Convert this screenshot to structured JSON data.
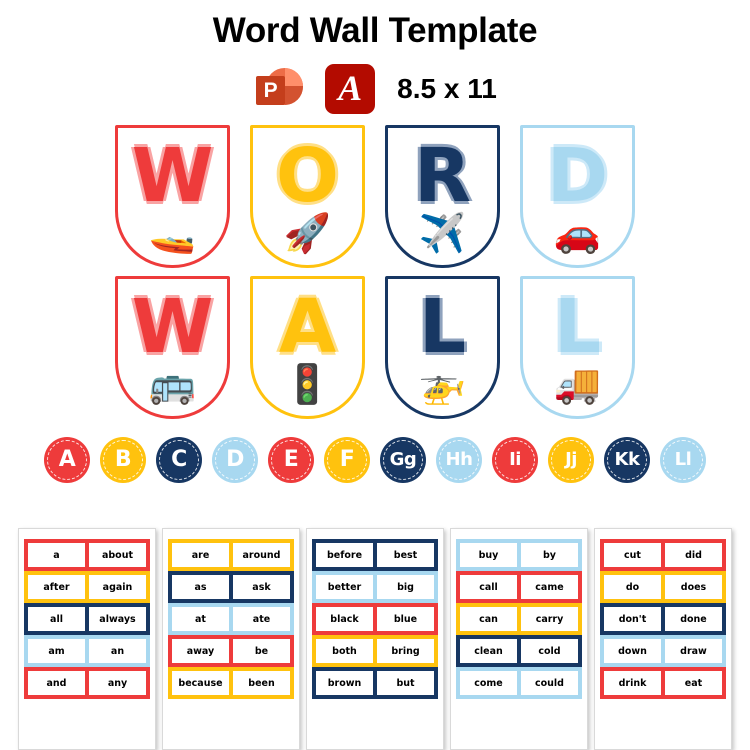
{
  "header": {
    "title": "Word Wall Template",
    "size_label": "8.5 x 11",
    "powerpoint_icon": "powerpoint-icon",
    "powerpoint_letter": "P",
    "pdf_icon": "pdf-icon",
    "pdf_glyph": "A"
  },
  "palette": {
    "red": "#EE3B3B",
    "yellow": "#FFC20E",
    "navy": "#173763",
    "lightblue": "#A8D8F0",
    "red_soft": "#F9A3A3",
    "yellow_soft": "#FFDF86",
    "navy_soft": "#8FA2BD",
    "lightblue_soft": "#CDE9F8"
  },
  "banner": {
    "rows": [
      [
        {
          "letter": "W",
          "color": "red",
          "pic": "🚤",
          "pic_name": "sailboat-icon"
        },
        {
          "letter": "O",
          "color": "yellow",
          "pic": "🚀",
          "pic_name": "rocket-icon"
        },
        {
          "letter": "R",
          "color": "navy",
          "pic": "✈️",
          "pic_name": "airplane-icon"
        },
        {
          "letter": "D",
          "color": "lightblue",
          "pic": "🚗",
          "pic_name": "car-icon"
        }
      ],
      [
        {
          "letter": "W",
          "color": "red",
          "pic": "🚌",
          "pic_name": "bus-icon"
        },
        {
          "letter": "A",
          "color": "yellow",
          "pic": "🚦",
          "pic_name": "traffic-light-icon"
        },
        {
          "letter": "L",
          "color": "navy",
          "pic": "🚁",
          "pic_name": "helicopter-icon"
        },
        {
          "letter": "L",
          "color": "lightblue",
          "pic": "🚚",
          "pic_name": "truck-icon"
        }
      ]
    ]
  },
  "alphabet": [
    {
      "label": "A",
      "color": "red"
    },
    {
      "label": "B",
      "color": "yellow"
    },
    {
      "label": "C",
      "color": "navy"
    },
    {
      "label": "D",
      "color": "lightblue"
    },
    {
      "label": "E",
      "color": "red"
    },
    {
      "label": "F",
      "color": "yellow"
    },
    {
      "label": "Gg",
      "color": "navy"
    },
    {
      "label": "Hh",
      "color": "lightblue"
    },
    {
      "label": "Ii",
      "color": "red"
    },
    {
      "label": "Jj",
      "color": "yellow"
    },
    {
      "label": "Kk",
      "color": "navy"
    },
    {
      "label": "Ll",
      "color": "lightblue"
    }
  ],
  "word_pages": [
    {
      "rows": [
        {
          "color": "red",
          "left": "a",
          "right": "about"
        },
        {
          "color": "yellow",
          "left": "after",
          "right": "again"
        },
        {
          "color": "navy",
          "left": "all",
          "right": "always"
        },
        {
          "color": "lightblue",
          "left": "am",
          "right": "an"
        },
        {
          "color": "red",
          "left": "and",
          "right": "any"
        }
      ]
    },
    {
      "rows": [
        {
          "color": "yellow",
          "left": "are",
          "right": "around"
        },
        {
          "color": "navy",
          "left": "as",
          "right": "ask"
        },
        {
          "color": "lightblue",
          "left": "at",
          "right": "ate"
        },
        {
          "color": "red",
          "left": "away",
          "right": "be"
        },
        {
          "color": "yellow",
          "left": "because",
          "right": "been"
        }
      ]
    },
    {
      "rows": [
        {
          "color": "navy",
          "left": "before",
          "right": "best"
        },
        {
          "color": "lightblue",
          "left": "better",
          "right": "big"
        },
        {
          "color": "red",
          "left": "black",
          "right": "blue"
        },
        {
          "color": "yellow",
          "left": "both",
          "right": "bring"
        },
        {
          "color": "navy",
          "left": "brown",
          "right": "but"
        }
      ]
    },
    {
      "rows": [
        {
          "color": "lightblue",
          "left": "buy",
          "right": "by"
        },
        {
          "color": "red",
          "left": "call",
          "right": "came"
        },
        {
          "color": "yellow",
          "left": "can",
          "right": "carry"
        },
        {
          "color": "navy",
          "left": "clean",
          "right": "cold"
        },
        {
          "color": "lightblue",
          "left": "come",
          "right": "could"
        }
      ]
    },
    {
      "rows": [
        {
          "color": "red",
          "left": "cut",
          "right": "did"
        },
        {
          "color": "yellow",
          "left": "do",
          "right": "does"
        },
        {
          "color": "navy",
          "left": "don't",
          "right": "done"
        },
        {
          "color": "lightblue",
          "left": "down",
          "right": "draw"
        },
        {
          "color": "red",
          "left": "drink",
          "right": "eat"
        }
      ]
    }
  ]
}
